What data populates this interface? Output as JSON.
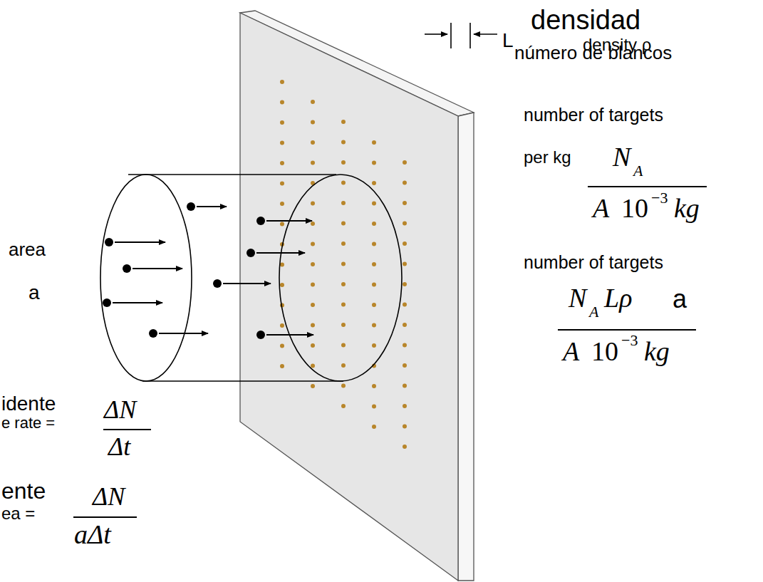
{
  "diagram": {
    "labels": [
      "densidad",
      "density ρ",
      "L",
      "número de blancos",
      "number of targets",
      "per kg",
      "N",
      "A",
      "A",
      "10",
      "−3",
      "kg",
      "number of targets",
      "N",
      "A",
      "Lρ",
      "a",
      "A",
      "10",
      "−3",
      "kg",
      "area",
      "a",
      "idente",
      "e rate =",
      "ΔN",
      "Δt",
      "ente",
      "ea =",
      "ΔN",
      "aΔt"
    ]
  }
}
